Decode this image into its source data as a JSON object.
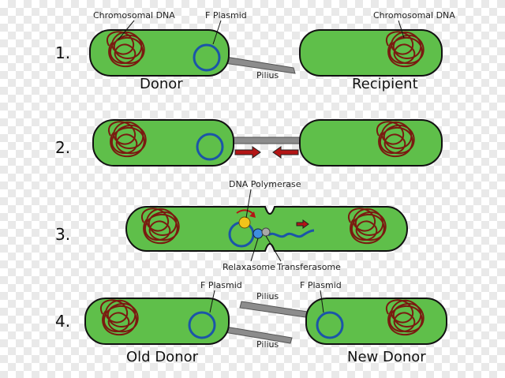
{
  "labels": {
    "chromosomal_dna_left": "Chromosomal DNA",
    "chromosomal_dna_right": "Chromosomal DNA",
    "f_plasmid_1": "F Plasmid",
    "pilius_1": "Pilius",
    "donor": "Donor",
    "recipient": "Recipient",
    "dna_polymerase": "DNA Polymerase",
    "relaxasome": "Relaxasome",
    "transferasome": "Transferasome",
    "f_plasmid_4a": "F Plasmid",
    "f_plasmid_4b": "F Plasmid",
    "pilius_4a": "Pilius",
    "pilius_4b": "Pilius",
    "old_donor": "Old Donor",
    "new_donor": "New Donor"
  },
  "steps": [
    "1.",
    "2.",
    "3.",
    "4."
  ],
  "colors": {
    "cell": "#5fbf4a",
    "chromosome": "#7a1a10",
    "plasmid": "#1b55a8",
    "arrow": "#b31515",
    "pilus": "#8c8c8c",
    "polymerase": "#f2c31a",
    "relaxasome": "#3e8ee0",
    "transferasome": "#a8a8a8"
  }
}
